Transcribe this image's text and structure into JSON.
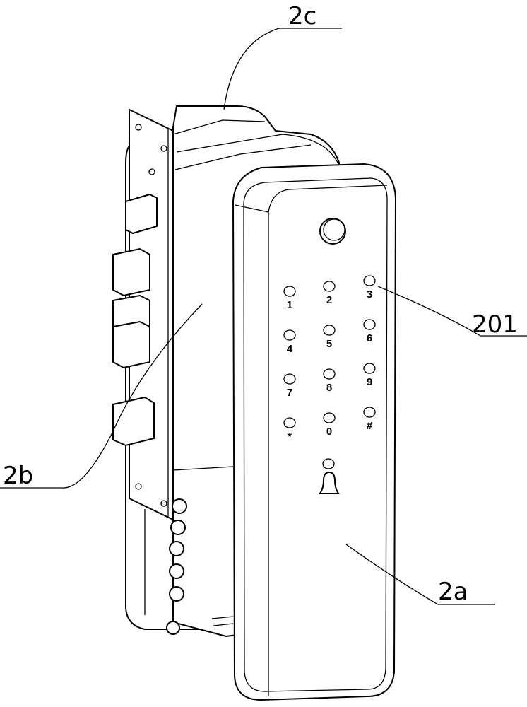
{
  "labels": {
    "top": "2c",
    "button": "201",
    "side": "2b",
    "front": "2a"
  },
  "keypad": [
    "1",
    "2",
    "3",
    "4",
    "5",
    "6",
    "7",
    "8",
    "9",
    "*",
    "0",
    "#"
  ],
  "icons": {
    "doorbell": "bell-icon",
    "fingerprint": "fingerprint-sensor"
  }
}
